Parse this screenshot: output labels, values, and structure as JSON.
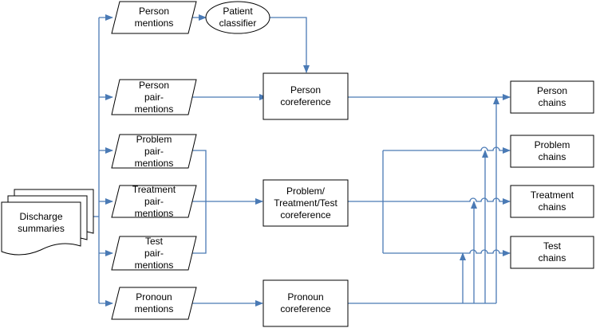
{
  "colors": {
    "edge": "#4a7ab5",
    "stroke": "#000000",
    "fill": "#ffffff"
  },
  "nodes": {
    "discharge": "Discharge\nsummaries",
    "person_mentions": "Person\nmentions",
    "patient_classifier": "Patient\nclassifier",
    "person_pairmentions": "Person\npair-\nmentions",
    "problem_pairmentions": "Problem\npair-\nmentions",
    "treatment_pairmentions": "Treatment\npair-\nmentions",
    "test_pairmentions": "Test\npair-\nmentions",
    "pronoun_mentions": "Pronoun\nmentions",
    "person_coreference": "Person\ncoreference",
    "ptt_coreference": "Problem/\nTreatment/Test\ncoreference",
    "pronoun_coreference": "Pronoun\ncoreference",
    "person_chains": "Person\nchains",
    "problem_chains": "Problem\nchains",
    "treatment_chains": "Treatment\nchains",
    "test_chains": "Test\nchains"
  }
}
